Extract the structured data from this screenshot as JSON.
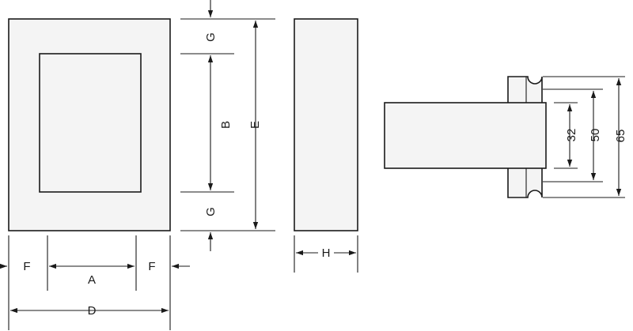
{
  "labels": {
    "A": "A",
    "B": "B",
    "D": "D",
    "E": "E",
    "F_left": "F",
    "F_right": "F",
    "G_top": "G",
    "G_bottom": "G",
    "H": "H",
    "dim_32": "32",
    "dim_50": "50",
    "dim_65": "65"
  },
  "colors": {
    "line": "#1a1a1a",
    "fill": "#f4f4f4"
  }
}
